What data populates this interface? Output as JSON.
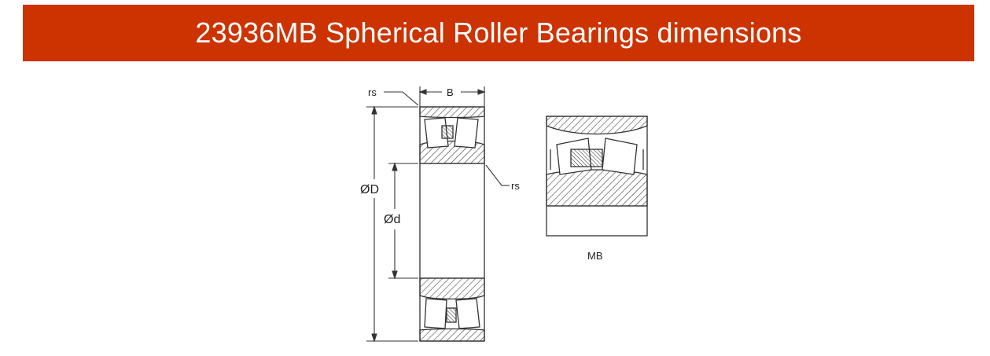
{
  "header": {
    "title": "23936MB Spherical Roller Bearings dimensions"
  },
  "diagram": {
    "labels": {
      "rs_top": "rs",
      "width": "B",
      "rs_right": "rs",
      "outer_diameter": "ØD",
      "bore_diameter": "Ød",
      "variant": "MB"
    }
  },
  "colors": {
    "banner": "#cc3300",
    "banner_text": "#ffffff",
    "line": "#333333"
  }
}
